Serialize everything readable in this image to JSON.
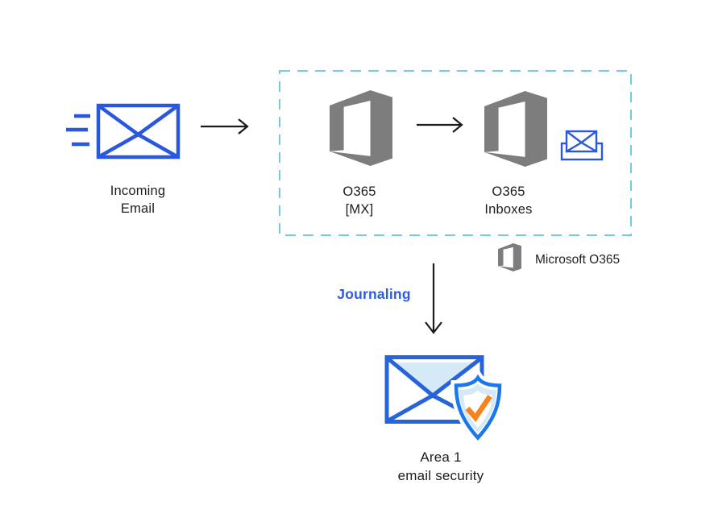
{
  "diagram": {
    "nodes": {
      "incoming_email": {
        "lines": [
          "Incoming",
          "Email"
        ]
      },
      "o365_mx": {
        "lines": [
          "O365",
          "[MX]"
        ]
      },
      "o365_inboxes": {
        "lines": [
          "O365",
          "Inboxes"
        ]
      },
      "area1": {
        "lines": [
          "Area 1",
          "email security"
        ]
      }
    },
    "flow": {
      "journaling_label": "Journaling"
    },
    "legend": {
      "label": "Microsoft O365"
    },
    "icons": {
      "incoming_email": "speeding-envelope-icon",
      "o365_mx": "office365-logo-icon",
      "o365_inboxes": "office365-logo-icon",
      "inbox_tray": "inbox-tray-envelope-icon",
      "area1": "envelope-shield-check-icon",
      "legend": "office365-logo-icon"
    },
    "colors": {
      "accent_blue": "#2957e2",
      "area1_envelope_blue": "#2763db",
      "shield_blue": "#1a78ec",
      "pale_blue_fill": "#d6e9f6",
      "dashed_border": "#70cde3",
      "o365_gray": "#7d7d7d",
      "check_orange": "#f5831e",
      "journaling_text": "#2e5ce0",
      "label_text": "#1c1c1c",
      "arrow_black": "#1a1a1a"
    }
  }
}
